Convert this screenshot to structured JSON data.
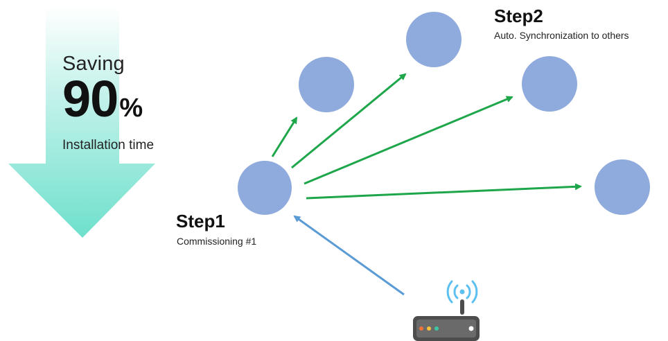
{
  "saving": {
    "label": "Saving",
    "value": "90",
    "unit": "%",
    "caption": "Installation time"
  },
  "step1": {
    "title": "Step1",
    "description": "Commissioning #1"
  },
  "step2": {
    "title": "Step2",
    "description": "Auto. Synchronization to others"
  },
  "colors": {
    "node": "#8faadc",
    "sync_arrow": "#1ea64a",
    "commission_arrow": "#5b9bd5",
    "down_arrow_top": "#ffffff",
    "down_arrow_bottom": "#6ee0cc",
    "router_body": "#4d4d4d"
  },
  "icons": {
    "down_arrow": "big-down-arrow-icon",
    "router": "wifi-router-icon"
  }
}
